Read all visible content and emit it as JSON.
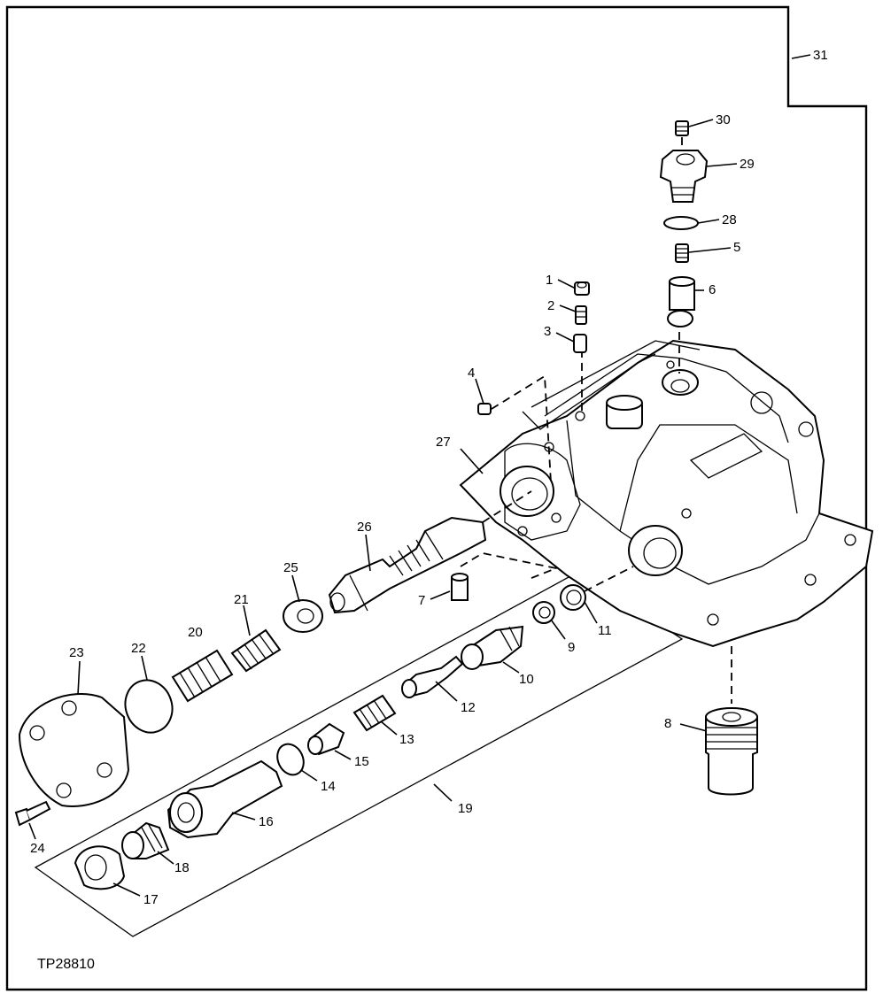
{
  "figure_code": "TP28810",
  "callouts": {
    "c1": "1",
    "c2": "2",
    "c3": "3",
    "c4": "4",
    "c5": "5",
    "c6": "6",
    "c7": "7",
    "c8": "8",
    "c9": "9",
    "c10": "10",
    "c11": "11",
    "c12": "12",
    "c13": "13",
    "c14": "14",
    "c15": "15",
    "c16": "16",
    "c17": "17",
    "c18": "18",
    "c19": "19",
    "c20": "20",
    "c21": "21",
    "c22": "22",
    "c23": "23",
    "c24": "24",
    "c25": "25",
    "c26": "26",
    "c27": "27",
    "c28": "28",
    "c29": "29",
    "c30": "30",
    "c31": "31"
  }
}
